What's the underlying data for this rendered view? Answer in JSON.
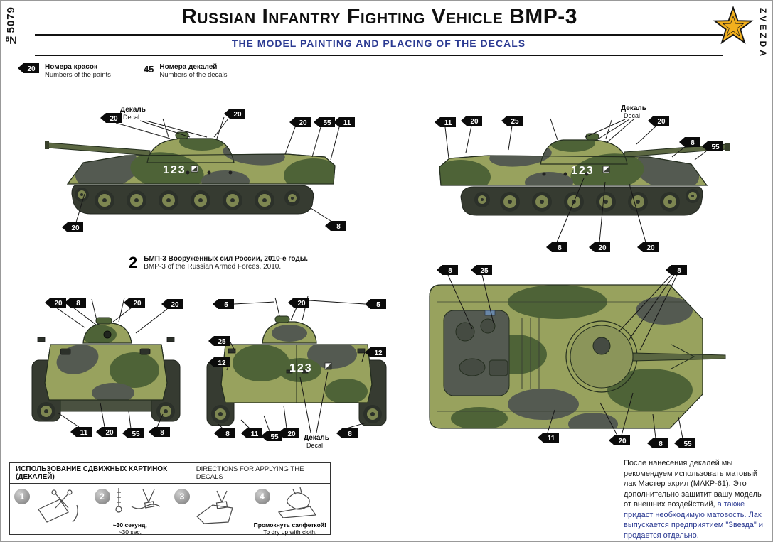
{
  "page": {
    "sheet_number": "№5079",
    "title": "Russian Infantry Fighting Vehicle BMP-3",
    "subtitle": "THE MODEL PAINTING AND PLACING OF THE DECALS",
    "brand": "ZVEZDA"
  },
  "colors": {
    "accent_blue": "#2b3a92",
    "star_gold": "#f2b01e",
    "camo_base": "#98a25e",
    "camo_green": "#4e6337",
    "camo_gray": "#545a51",
    "camo_dark": "#2c312a"
  },
  "legend": {
    "paints_flag": "20",
    "paints_ru": "Номера красок",
    "paints_en": "Numbers of the paints",
    "decals_num": "45",
    "decals_ru": "Номера декалей",
    "decals_en": "Numbers of the decals"
  },
  "caption": {
    "index": "2",
    "ru": "БМП-3 Вооруженных сил России, 2010-е годы.",
    "en": "BMP-3 of the Russian Armed Forces, 2010."
  },
  "decal_label": {
    "ru": "Декаль",
    "en": "Decal"
  },
  "hull_number": "123",
  "views": {
    "left_side": {
      "callouts": [
        "20",
        "20",
        "20",
        "55",
        "11",
        "20",
        "8"
      ]
    },
    "right_side": {
      "callouts": [
        "11",
        "20",
        "25",
        "20",
        "8",
        "55",
        "8",
        "20",
        "20"
      ]
    },
    "front": {
      "callouts": [
        "20",
        "8",
        "20",
        "20",
        "11",
        "20",
        "55",
        "8"
      ]
    },
    "rear": {
      "callouts": [
        "5",
        "20",
        "5",
        "25",
        "12",
        "12",
        "8",
        "11",
        "55",
        "20",
        "8"
      ]
    },
    "top": {
      "callouts": [
        "8",
        "25",
        "8",
        "11",
        "20",
        "8",
        "55"
      ]
    }
  },
  "instructions": {
    "title_ru": "ИСПОЛЬЗОВАНИЕ СДВИЖНЫХ КАРТИНОК (ДЕКАЛЕЙ)",
    "title_en": "DIRECTIONS  FOR APPLYING THE DECALS",
    "steps": [
      "1",
      "2",
      "3",
      "4"
    ],
    "step2_note_ru": "~30 секунд,",
    "step2_note_en": "~30 sec.",
    "step4_note_ru": "Промокнуть салфеткой!",
    "step4_note_en": "To dry up with cloth."
  },
  "footnote": {
    "black": "После нанесения декалей мы рекомендуем использовать матовый лак Мастер акрил (МАКР-61). Это дополнительно защитит вашу модель от внешних  воздействий, ",
    "blue": "а также придаст  необходимую матовость. Лак выпускается предприятием \"Звезда\" и продается отдельно."
  }
}
